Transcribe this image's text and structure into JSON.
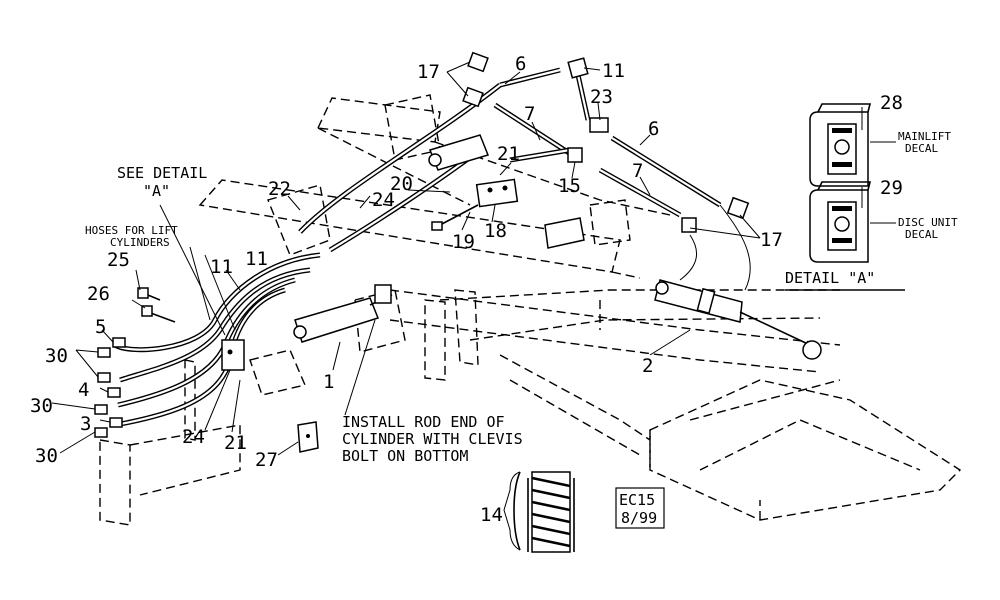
{
  "callouts": {
    "c1": "1",
    "c2": "2",
    "c3": "3",
    "c4": "4",
    "c5": "5",
    "c6a": "6",
    "c6b": "6",
    "c7a": "7",
    "c7b": "7",
    "c11a": "11",
    "c11b": "11",
    "c11c": "11",
    "c14": "14",
    "c15": "15",
    "c17a": "17",
    "c17b": "17",
    "c18": "18",
    "c19": "19",
    "c20": "20",
    "c21a": "21",
    "c21b": "21",
    "c22": "22",
    "c23": "23",
    "c24a": "24",
    "c24b": "24",
    "c25": "25",
    "c26": "26",
    "c27": "27",
    "c28": "28",
    "c29": "29",
    "c30a": "30",
    "c30b": "30",
    "c30c": "30"
  },
  "labels": {
    "see_detail_line1": "SEE DETAIL",
    "see_detail_line2": "\"A\"",
    "hoses_line1": "HOSES FOR LIFT",
    "hoses_line2": "CYLINDERS",
    "install_line1": "INSTALL ROD END OF",
    "install_line2": "CYLINDER WITH CLEVIS",
    "install_line3": "BOLT ON BOTTOM",
    "detail_a": "DETAIL \"A\"",
    "mainlift_line1": "MAINLIFT",
    "mainlift_line2": "DECAL",
    "disc_line1": "DISC UNIT",
    "disc_line2": "DECAL",
    "stamp_line1": "EC15",
    "stamp_line2": "8/99"
  }
}
